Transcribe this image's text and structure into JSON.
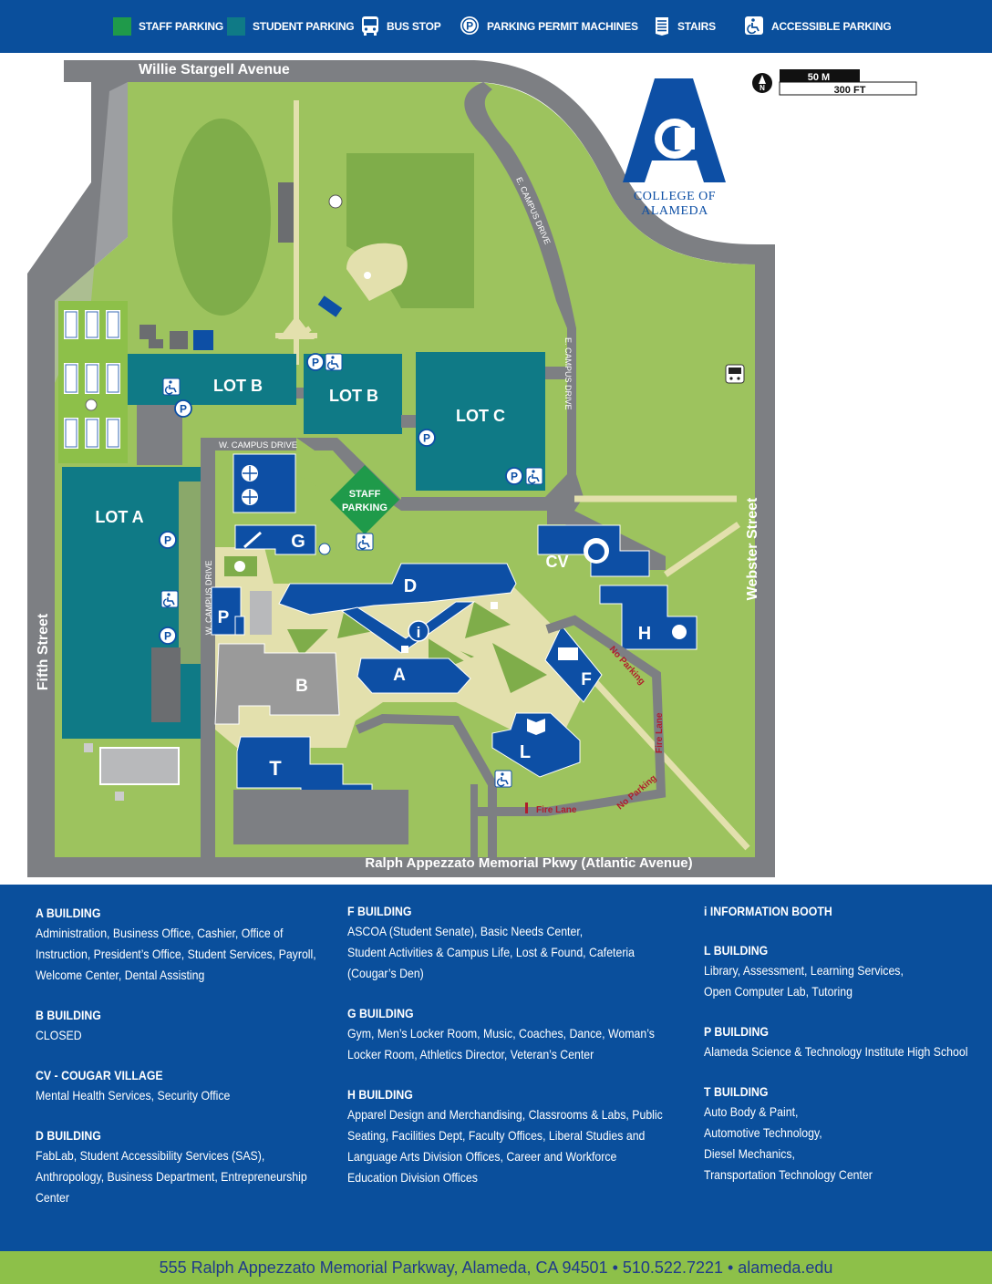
{
  "legend": {
    "items": [
      {
        "label": "STAFF PARKING",
        "icon": "staff-parking-swatch",
        "color": "#1f9a4a"
      },
      {
        "label": "STUDENT PARKING",
        "icon": "student-parking-swatch",
        "color": "#0f7a86"
      },
      {
        "label": "BUS STOP",
        "icon": "bus-icon"
      },
      {
        "label": "PARKING PERMIT MACHINES",
        "icon": "parking-permit-icon"
      },
      {
        "label": "STAIRS",
        "icon": "stairs-icon"
      },
      {
        "label": "ACCESSIBLE PARKING",
        "icon": "accessible-icon"
      }
    ]
  },
  "colors": {
    "header": "#0a4f9c",
    "lawn": "#9dc35e",
    "lawn_dark": "#7fad4a",
    "road": "#7d7f83",
    "student_lot": "#0f7a86",
    "staff_lot": "#1f9a4a",
    "building": "#0d4fa5",
    "closed_building": "#9a9a9a",
    "plaza": "#e3e0ad",
    "footer": "#8dc049",
    "fire_lane": "#b01e2c"
  },
  "map": {
    "streets": {
      "north": "Willie Stargell Avenue",
      "south": "Ralph Appezzato Memorial Pkwy (Atlantic Avenue)",
      "west": "Fifth Street",
      "east": "Webster Street",
      "e_campus_1": "E. CAMPUS DRIVE",
      "e_campus_2": "E. CAMPUS DRIVE",
      "w_campus_top": "W. CAMPUS DRIVE",
      "w_campus_side": "W. CAMPUS DRIVE"
    },
    "logo": {
      "line1": "COLLEGE OF",
      "line2": "ALAMEDA",
      "letter": "A"
    },
    "scale": {
      "metric": "50 M",
      "imperial": "300 FT",
      "north": "N"
    },
    "lots": {
      "lot_a": "LOT A",
      "lot_b1": "LOT B",
      "lot_b2": "LOT B",
      "lot_c": "LOT C",
      "staff_1": "STAFF",
      "staff_2": "PARKING"
    },
    "buildings": {
      "a": "A",
      "b": "B",
      "cv": "CV",
      "d": "D",
      "f": "F",
      "g": "G",
      "h": "H",
      "l": "L",
      "p": "P",
      "t": "T",
      "info": "i"
    },
    "annotations": {
      "no_parking_1": "No Parking",
      "no_parking_2": "No Parking",
      "fire_lane_1": "Fire Lane",
      "fire_lane_2": "Fire Lane"
    }
  },
  "directory": {
    "columns": [
      [
        {
          "title": "A BUILDING",
          "desc": " Administration, Business Office, Cashier, Office of\nInstruction, President’s Office, Student Services, Payroll,\nWelcome Center, Dental Assisting"
        },
        {
          "title": "B BUILDING",
          "desc": "CLOSED"
        },
        {
          "title": "CV - COUGAR VILLAGE",
          "desc": " Mental Health Services, Security Office"
        },
        {
          "title": "D BUILDING",
          "desc": "FabLab, Student Accessibility Services (SAS),\nAnthropology, Business Department, Entrepreneurship\nCenter"
        }
      ],
      [
        {
          "title": "F BUILDING",
          "desc": " ASCOA (Student Senate), Basic Needs Center,\nStudent Activities & Campus Life, Lost & Found, Cafeteria\n(Cougar’s Den)"
        },
        {
          "title": "G BUILDING",
          "desc": "Gym, Men’s Locker Room, Music, Coaches, Dance, Woman’s\nLocker Room, Athletics Director, Veteran’s Center"
        },
        {
          "title": "H BUILDING",
          "desc": "Apparel Design and Merchandising, Classrooms & Labs, Public\nSeating, Facilities Dept, Faculty Offices, Liberal Studies and\nLanguage Arts Division Offices, Career and  Workforce\nEducation Division Offices"
        }
      ],
      [
        {
          "title": "i  INFORMATION BOOTH",
          "desc": ""
        },
        {
          "title": "L BUILDING",
          "desc": "Library, Assessment, Learning Services,\n Open Computer Lab, Tutoring"
        },
        {
          "title": "P BUILDING",
          "desc": "Alameda Science & Technology Institute High School"
        },
        {
          "title": "T BUILDING",
          "desc": "Auto Body & Paint,\nAutomotive Technology,\nDiesel Mechanics,\nTransportation Technology Center"
        }
      ]
    ]
  },
  "footer": {
    "text": "555 Ralph Appezzato Memorial Parkway,  Alameda, CA 94501 •  510.522.7221 • alameda.edu"
  }
}
